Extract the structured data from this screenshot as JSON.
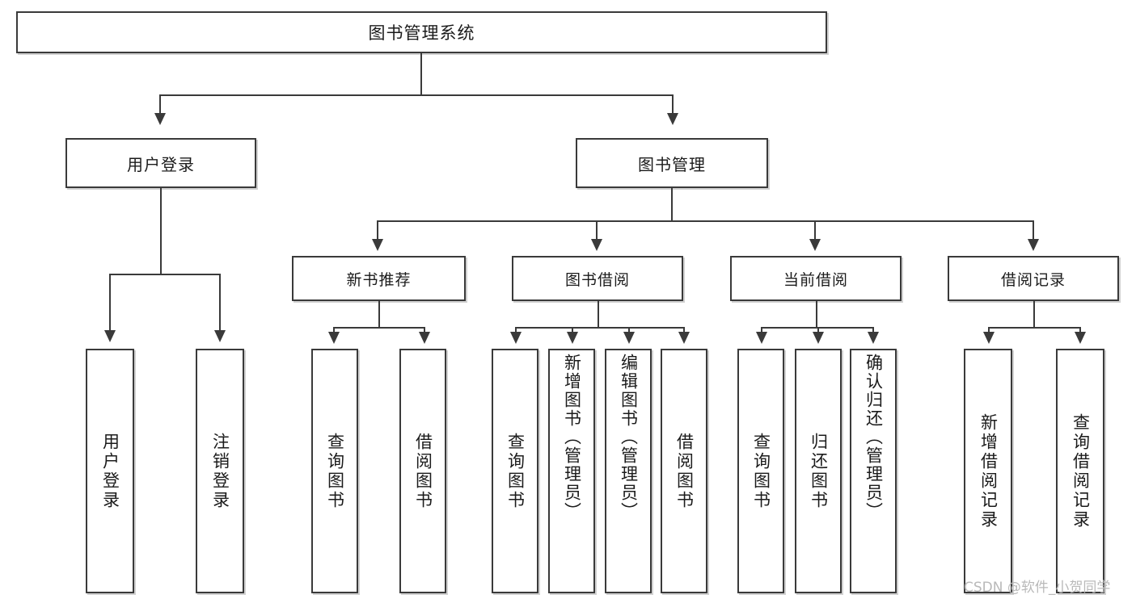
{
  "diagram": {
    "title": "图书管理系统",
    "type": "hierarchy-tree",
    "root": {
      "label": "图书管理系统"
    },
    "level2": [
      {
        "label": "用户登录"
      },
      {
        "label": "图书管理"
      }
    ],
    "level3": [
      {
        "label": "新书推荐"
      },
      {
        "label": "图书借阅"
      },
      {
        "label": "当前借阅"
      },
      {
        "label": "借阅记录"
      }
    ],
    "leaves": {
      "user_login": [
        {
          "label": "用户登录"
        },
        {
          "label": "注销登录"
        }
      ],
      "new_book_recommend": [
        {
          "label": "查询图书"
        },
        {
          "label": "借阅图书"
        }
      ],
      "book_borrow": [
        {
          "label": "查询图书"
        },
        {
          "label": "新增图书（管理员）"
        },
        {
          "label": "编辑图书（管理员）"
        },
        {
          "label": "借阅图书"
        }
      ],
      "current_borrow": [
        {
          "label": "查询图书"
        },
        {
          "label": "归还图书"
        },
        {
          "label": "确认归还（管理员）"
        }
      ],
      "borrow_record": [
        {
          "label": "新增借阅记录"
        },
        {
          "label": "查询借阅记录"
        }
      ]
    }
  },
  "watermark": {
    "text": "CSDN @软件_小贺同学"
  },
  "colors": {
    "stroke": "#3a3a3a",
    "text": "#1b1b1b",
    "background": "#ffffff",
    "watermark": "#b9b9b9"
  }
}
